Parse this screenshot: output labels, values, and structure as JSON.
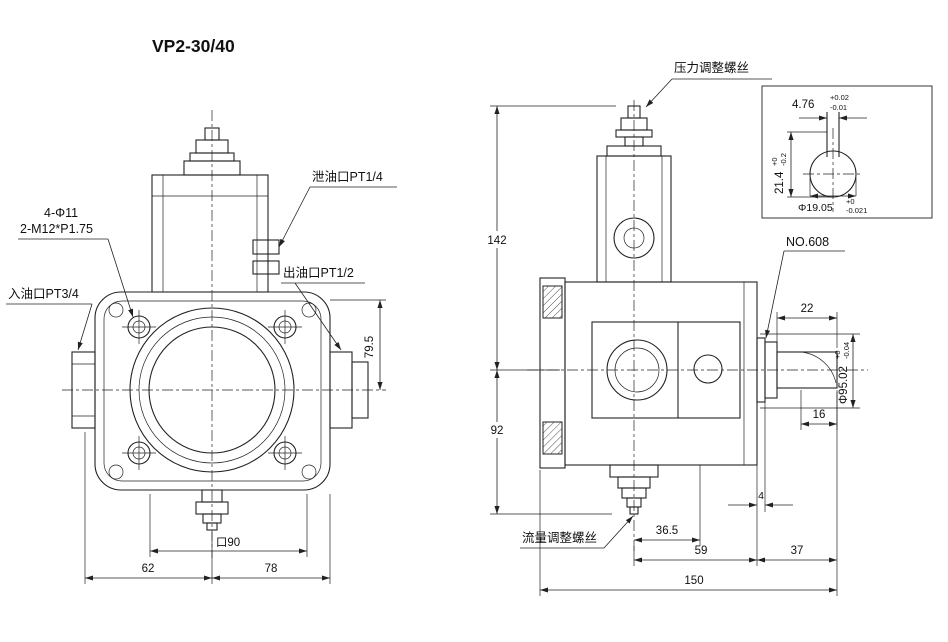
{
  "title": "VP2-30/40",
  "colors": {
    "line": "#222222",
    "background": "#ffffff"
  },
  "front_view": {
    "labels": {
      "corner_holes": "4-Φ11",
      "thread_holes": "2-M12*P1.75",
      "inlet_port": "入油口PT3/4",
      "drain_port": "泄油口PT1/4",
      "outlet_port": "出油口PT1/2"
    },
    "dimensions": {
      "height_79_5": "79.5",
      "square_90": "口90",
      "width_left": "62",
      "width_right": "78"
    }
  },
  "side_view": {
    "labels": {
      "pressure_screw": "压力调整螺丝",
      "flow_screw": "流量调整螺丝",
      "bearing_no": "NO.608"
    },
    "dimensions": {
      "h_upper": "142",
      "h_lower": "92",
      "off_36_5": "36.5",
      "len_59": "59",
      "len_37": "37",
      "len_150": "150",
      "step_4": "4",
      "shaft_22": "22",
      "key_16": "16",
      "spigot_dia": "Φ95.02",
      "spigot_tol_up": "+0",
      "spigot_tol_low": "-0.04"
    }
  },
  "detail_view": {
    "key_width": "4.76",
    "key_width_tol_up": "+0.02",
    "key_width_tol_low": "-0.01",
    "key_height": "21.4",
    "key_height_tol_up": "+0",
    "key_height_tol_low": "-0.2",
    "shaft_dia": "Φ19.05",
    "shaft_dia_tol_up": "+0",
    "shaft_dia_tol_low": "-0.021"
  }
}
